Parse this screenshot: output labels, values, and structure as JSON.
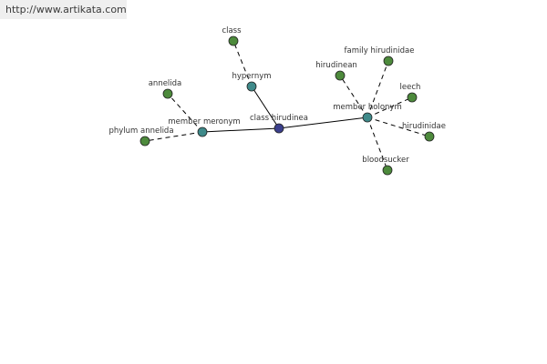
{
  "source": {
    "url": "http://www.artikata.com"
  },
  "colors": {
    "center": "#3b3f8c",
    "relation": "#3f8a8a",
    "leaf": "#4d8a3c",
    "edge": "#000000",
    "banner_bg": "#efefef"
  },
  "graph": {
    "nodes": [
      {
        "id": "class-hirudinea",
        "label": "class hirudinea",
        "kind": "center"
      },
      {
        "id": "hypernym",
        "label": "hypernym",
        "kind": "relation"
      },
      {
        "id": "member-meronym",
        "label": "member meronym",
        "kind": "relation"
      },
      {
        "id": "member-holonym",
        "label": "member holonym",
        "kind": "relation"
      },
      {
        "id": "class",
        "label": "class",
        "kind": "leaf"
      },
      {
        "id": "annelida",
        "label": "annelida",
        "kind": "leaf"
      },
      {
        "id": "phylum-annelida",
        "label": "phylum annelida",
        "kind": "leaf"
      },
      {
        "id": "family-hirudinidae",
        "label": "family hirudinidae",
        "kind": "leaf"
      },
      {
        "id": "hirudinean",
        "label": "hirudinean",
        "kind": "leaf"
      },
      {
        "id": "leech",
        "label": "leech",
        "kind": "leaf"
      },
      {
        "id": "hirudinidae",
        "label": "hirudinidae",
        "kind": "leaf"
      },
      {
        "id": "bloodsucker",
        "label": "bloodsucker",
        "kind": "leaf"
      }
    ],
    "edges": [
      {
        "from": "class-hirudinea",
        "to": "hypernym",
        "style": "solid"
      },
      {
        "from": "class-hirudinea",
        "to": "member-meronym",
        "style": "solid"
      },
      {
        "from": "class-hirudinea",
        "to": "member-holonym",
        "style": "solid"
      },
      {
        "from": "hypernym",
        "to": "class",
        "style": "dashed"
      },
      {
        "from": "member-meronym",
        "to": "annelida",
        "style": "dashed"
      },
      {
        "from": "member-meronym",
        "to": "phylum-annelida",
        "style": "dashed"
      },
      {
        "from": "member-holonym",
        "to": "family-hirudinidae",
        "style": "dashed"
      },
      {
        "from": "member-holonym",
        "to": "hirudinean",
        "style": "dashed"
      },
      {
        "from": "member-holonym",
        "to": "leech",
        "style": "dashed"
      },
      {
        "from": "member-holonym",
        "to": "hirudinidae",
        "style": "dashed"
      },
      {
        "from": "member-holonym",
        "to": "bloodsucker",
        "style": "dashed"
      }
    ]
  }
}
